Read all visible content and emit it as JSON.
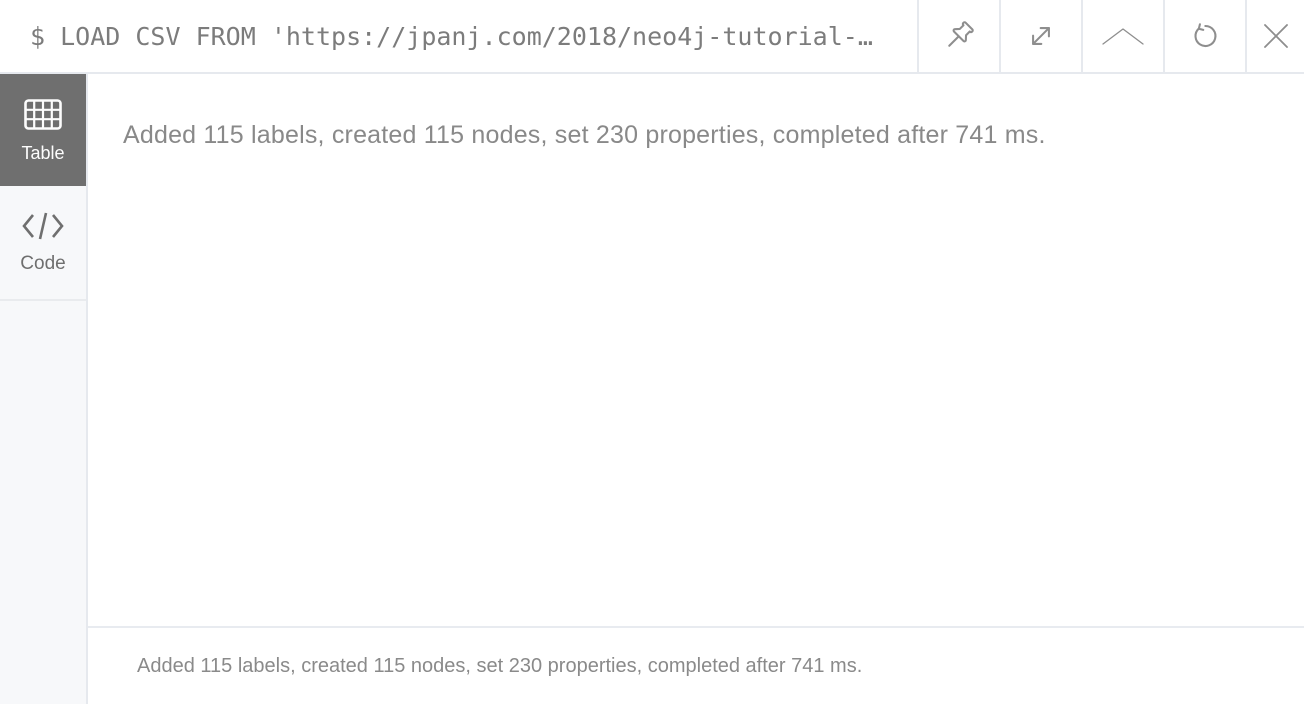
{
  "frame": {
    "command": "$ LOAD CSV FROM 'https://jpanj.com/2018/neo4j-tutorial-…",
    "actions": {
      "pin": "pin-frame",
      "expand": "expand-frame",
      "collapse": "collapse-frame",
      "rerun": "rerun-query",
      "close": "close-frame"
    }
  },
  "sidebar": {
    "tabs": [
      {
        "id": "table",
        "label": "Table",
        "active": true
      },
      {
        "id": "code",
        "label": "Code",
        "active": false
      }
    ]
  },
  "result": {
    "summary": "Added 115 labels, created 115 nodes, set 230 properties, completed after 741 ms.",
    "status": "Added 115 labels, created 115 nodes, set 230 properties, completed after 741 ms."
  },
  "colors": {
    "active_tab_background": "#6f6f6f",
    "sidebar_background": "#f7f8fa",
    "divider": "#e6e9ee",
    "command_text": "#7c7c7c",
    "message_text": "#898989",
    "icon_stroke": "#8e8e8e"
  }
}
